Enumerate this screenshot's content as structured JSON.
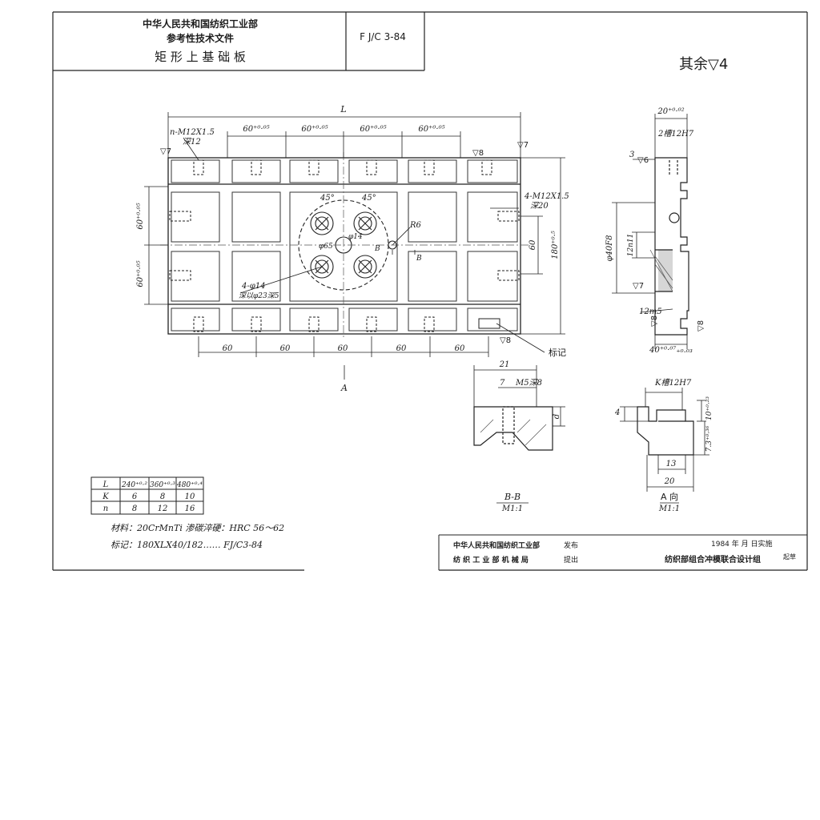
{
  "title_block": {
    "line1": "中华人民共和国纺织工业部",
    "line2": "参考性技术文件",
    "line3": "矩 形 上 基 础 板",
    "doc_number": "F J/C 3-84"
  },
  "surface_finish": "其余▽4",
  "main_view": {
    "dim_L": "L",
    "top_dims": [
      "60⁺⁰·⁰⁵",
      "60⁺⁰·⁰⁵",
      "60⁺⁰·⁰⁵",
      "60⁺⁰·⁰⁵"
    ],
    "thread_top": "n-M12X1.5",
    "thread_top_depth": "深12",
    "thread_right": "4-M12X1.5",
    "thread_right_depth": "深20",
    "angle_left": "45°",
    "angle_right": "45°",
    "dia_small": "φ14",
    "dia_center": "φ65",
    "radius": "R6",
    "section_B1": "B",
    "section_B2": "B",
    "holes_note": "4-φ14",
    "holes_note2": "深以φ23深5",
    "left_dim_top": "60⁺⁰·⁰⁵",
    "left_dim_bot": "60⁺⁰·⁰⁵",
    "right_dim_60": "60",
    "right_dim_180": "180⁺⁰·⁵",
    "finish_left": "▽7",
    "finish_right": "▽7",
    "finish_top": "▽8",
    "finish_bottom": "▽8",
    "bottom_dims": [
      "60",
      "60",
      "60",
      "60",
      "60"
    ],
    "marking_label": "标记",
    "view_arrow": "A"
  },
  "side_view": {
    "dim_top": "20⁺⁰·⁰²",
    "slot_note": "2槽12H7",
    "dim_3": "3",
    "finish_6": "▽6",
    "dia_label": "φ40F8",
    "dim_12": "12n11",
    "finish_7": "▽7",
    "dim_12m5": "12m5",
    "finish_8a": "▽8",
    "finish_8b": "▽8",
    "dim_40": "40⁺⁰·⁰⁷₊₀.₀₃"
  },
  "section_bb": {
    "dim_21": "21",
    "dim_7": "7",
    "thread": "M5深8",
    "dim_d": "d",
    "caption": "B-B",
    "scale": "M1:1"
  },
  "view_a": {
    "slot": "K槽12H7",
    "dim_4": "4",
    "dim_10": "10⁺⁰·²³",
    "dim_73": "7.3⁺⁰·³⁶",
    "dim_13": "13",
    "dim_20": "20",
    "caption": "A 向",
    "scale": "M1:1"
  },
  "table": {
    "rows": [
      [
        "L",
        "240⁺⁰·²",
        "360⁺⁰·³",
        "480⁺⁰·⁴"
      ],
      [
        "K",
        "6",
        "8",
        "10"
      ],
      [
        "n",
        "8",
        "12",
        "16"
      ]
    ]
  },
  "notes": {
    "material": "材料：20CrMnTi    渗碳淬硬：HRC 56～62",
    "marking": "标记：180XLX40/182…… FJ/C3-84"
  },
  "footer": {
    "publisher": "中华人民共和国纺织工业部",
    "publish_word": "发布",
    "proposer": "纺 织 工 业 部 机 械 局",
    "propose_word": "提出",
    "date": "1984 年    月    日实施",
    "drafter": "纺织部组合冲模联合设计组",
    "draft_word": "起草"
  }
}
